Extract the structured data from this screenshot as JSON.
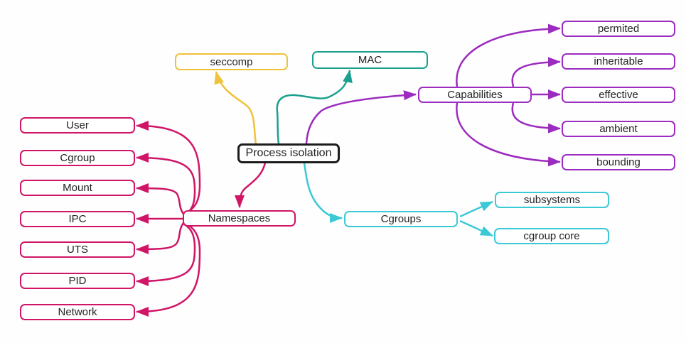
{
  "title": "Process isolation mind map",
  "colors": {
    "pink": "#d01566",
    "yellow": "#eec23a",
    "teal": "#1ba08f",
    "purple": "#9c2bbf",
    "cyan": "#3cc9d6",
    "black": "#1d1d1d",
    "text": "#222222",
    "background": "#fefefe"
  },
  "nodes": {
    "process": {
      "label": "Process isolation"
    },
    "seccomp": {
      "label": "seccomp"
    },
    "mac": {
      "label": "MAC"
    },
    "capabilities": {
      "label": "Capabilities"
    },
    "permited": {
      "label": "permited"
    },
    "inheritable": {
      "label": "inheritable"
    },
    "effective": {
      "label": "effective"
    },
    "ambient": {
      "label": "ambient"
    },
    "bounding": {
      "label": "bounding"
    },
    "cgroups": {
      "label": "Cgroups"
    },
    "subsystems": {
      "label": "subsystems"
    },
    "cgroup_core": {
      "label": "cgroup core"
    },
    "namespaces": {
      "label": "Namespaces"
    },
    "user": {
      "label": "User"
    },
    "cgroup": {
      "label": "Cgroup"
    },
    "mount": {
      "label": "Mount"
    },
    "ipc": {
      "label": "IPC"
    },
    "uts": {
      "label": "UTS"
    },
    "pid": {
      "label": "PID"
    },
    "network": {
      "label": "Network"
    }
  },
  "edges": [
    {
      "from": "process",
      "to": "seccomp",
      "color": "yellow"
    },
    {
      "from": "process",
      "to": "mac",
      "color": "teal"
    },
    {
      "from": "process",
      "to": "capabilities",
      "color": "purple"
    },
    {
      "from": "process",
      "to": "namespaces",
      "color": "pink"
    },
    {
      "from": "process",
      "to": "cgroups",
      "color": "cyan"
    },
    {
      "from": "capabilities",
      "to": "permited",
      "color": "purple"
    },
    {
      "from": "capabilities",
      "to": "inheritable",
      "color": "purple"
    },
    {
      "from": "capabilities",
      "to": "effective",
      "color": "purple"
    },
    {
      "from": "capabilities",
      "to": "ambient",
      "color": "purple"
    },
    {
      "from": "capabilities",
      "to": "bounding",
      "color": "purple"
    },
    {
      "from": "cgroups",
      "to": "subsystems",
      "color": "cyan"
    },
    {
      "from": "cgroups",
      "to": "cgroup_core",
      "color": "cyan"
    },
    {
      "from": "namespaces",
      "to": "user",
      "color": "pink"
    },
    {
      "from": "namespaces",
      "to": "cgroup",
      "color": "pink"
    },
    {
      "from": "namespaces",
      "to": "mount",
      "color": "pink"
    },
    {
      "from": "namespaces",
      "to": "ipc",
      "color": "pink"
    },
    {
      "from": "namespaces",
      "to": "uts",
      "color": "pink"
    },
    {
      "from": "namespaces",
      "to": "pid",
      "color": "pink"
    },
    {
      "from": "namespaces",
      "to": "network",
      "color": "pink"
    }
  ]
}
